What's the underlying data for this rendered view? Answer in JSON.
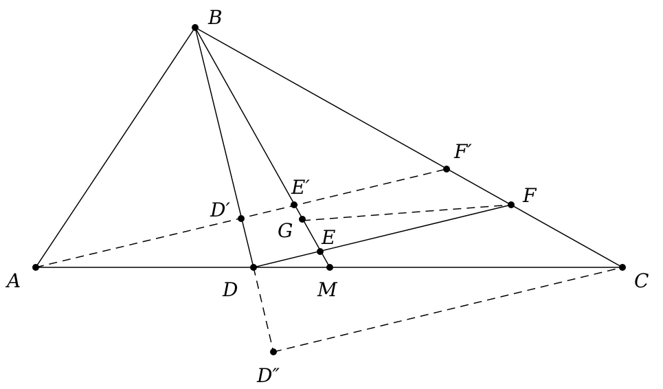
{
  "colors": {
    "stroke": "#000000",
    "background": "#ffffff"
  },
  "labels": {
    "A": "A",
    "B": "B",
    "C": "C",
    "D": "D",
    "M": "M",
    "E": "E",
    "F": "F",
    "G": "G",
    "D_prime": "D′",
    "E_prime": "E′",
    "F_prime": "F′",
    "D_double_prime": "D″"
  }
}
